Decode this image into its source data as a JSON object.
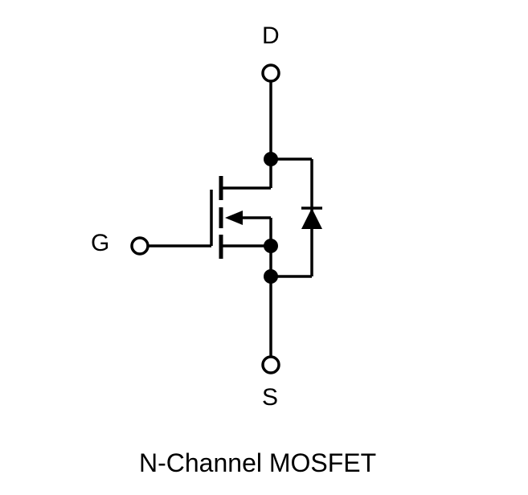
{
  "terminals": {
    "drain": "D",
    "gate": "G",
    "source": "S"
  },
  "caption": "N-Channel MOSFET",
  "colors": {
    "line": "#000000",
    "background": "#ffffff"
  }
}
